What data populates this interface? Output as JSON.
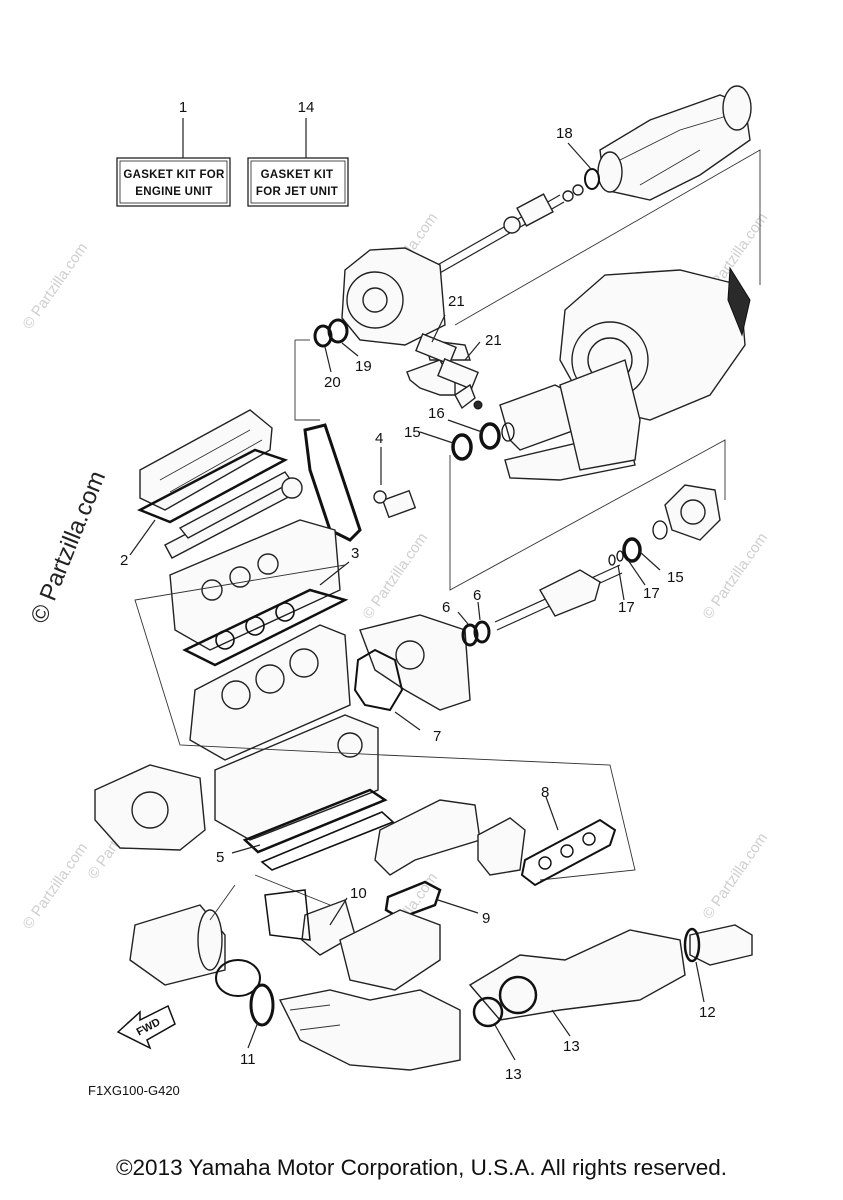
{
  "kit_boxes": {
    "engine": {
      "callout": "1",
      "line1": "GASKET KIT FOR",
      "line2": "ENGINE UNIT"
    },
    "jet": {
      "callout": "14",
      "line1": "GASKET KIT",
      "line2": "FOR JET UNIT"
    }
  },
  "callouts": {
    "c2": "2",
    "c3": "3",
    "c4": "4",
    "c5": "5",
    "c6a": "6",
    "c6b": "6",
    "c7": "7",
    "c8": "8",
    "c9": "9",
    "c10": "10",
    "c11": "11",
    "c12": "12",
    "c13a": "13",
    "c13b": "13",
    "c15a": "15",
    "c15b": "15",
    "c16": "16",
    "c17a": "17",
    "c17b": "17",
    "c18": "18",
    "c19": "19",
    "c20": "20",
    "c21a": "21",
    "c21b": "21"
  },
  "fwd_label": "FWD",
  "diagram_code": "F1XG100-G420",
  "watermark": "© Partzilla.com",
  "copyright": "©2013 Yamaha Motor Corporation, U.S.A. All rights reserved."
}
